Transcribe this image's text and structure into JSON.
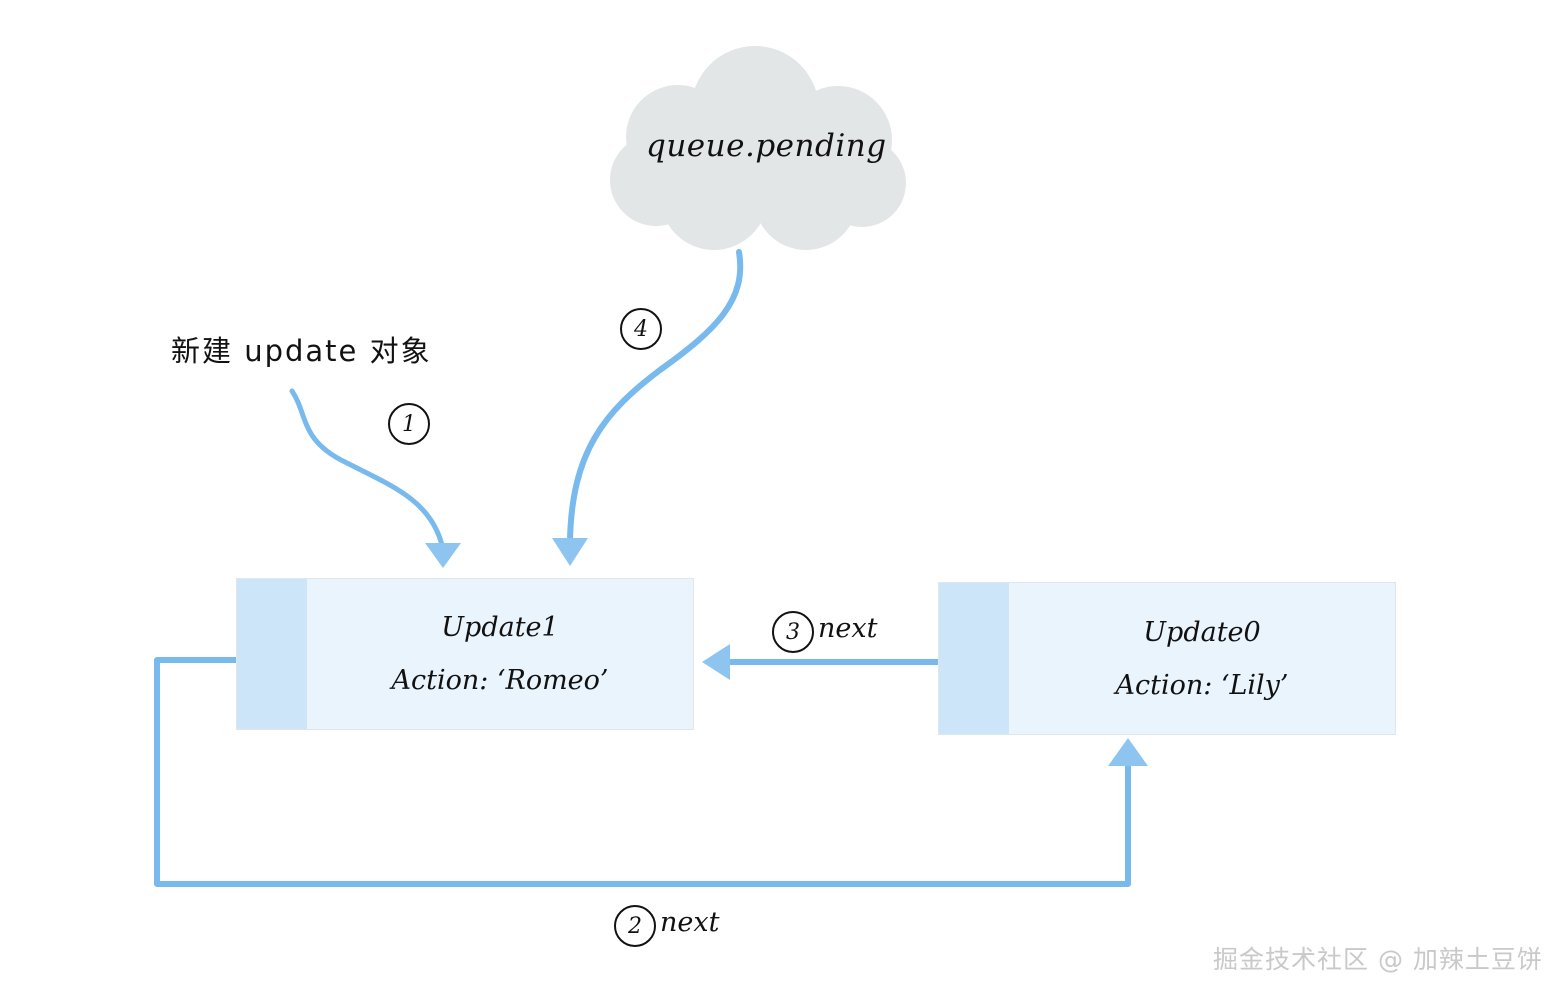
{
  "diagram": {
    "title": "React update queue linked list diagram",
    "colors": {
      "arrow": "#78b9ee",
      "cloud_fill": "#e2e6e7",
      "node_body": "#eaf4fc",
      "node_stripe": "#cce5f8",
      "node_border": "#dfe6ec",
      "text": "#121212",
      "watermark": "#c9c9c9",
      "background": "#ffffff"
    },
    "cloud": {
      "label": "queue.pending"
    },
    "annotation": {
      "create_update": "新建 update 对象"
    },
    "nodes": [
      {
        "id": "update1",
        "title": "Update1",
        "action": "Action: ‘Romeo’"
      },
      {
        "id": "update0",
        "title": "Update0",
        "action": "Action: ‘Lily’"
      }
    ],
    "steps": [
      {
        "number": "1",
        "label": ""
      },
      {
        "number": "2",
        "label": "next"
      },
      {
        "number": "3",
        "label": "next"
      },
      {
        "number": "4",
        "label": ""
      }
    ],
    "watermark": "掘金技术社区 @ 加辣土豆饼"
  }
}
